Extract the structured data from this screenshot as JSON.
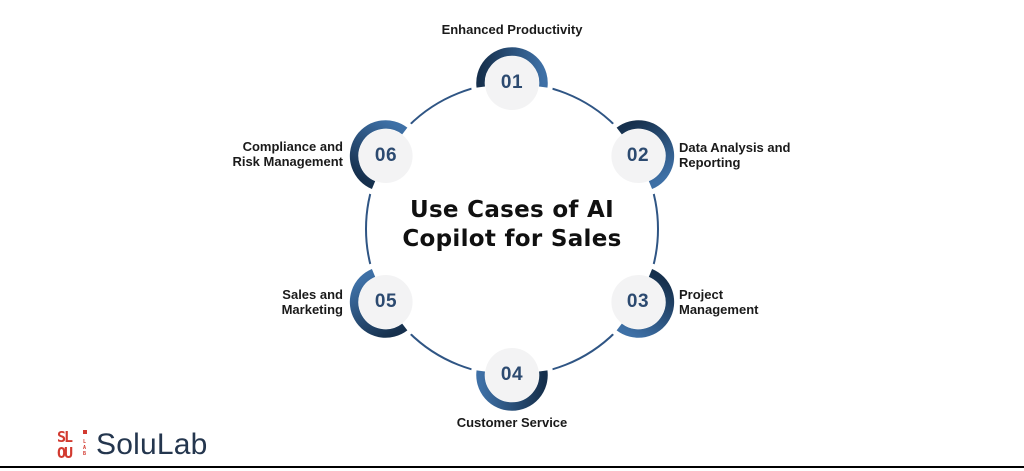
{
  "title": {
    "line1": "Use Cases of AI",
    "line2": "Copilot for Sales"
  },
  "nodes": [
    {
      "number": "01",
      "label_lines": [
        "Enhanced Productivity"
      ]
    },
    {
      "number": "02",
      "label_lines": [
        "Data Analysis and",
        "Reporting"
      ]
    },
    {
      "number": "03",
      "label_lines": [
        "Project",
        "Management"
      ]
    },
    {
      "number": "04",
      "label_lines": [
        "Customer Service"
      ]
    },
    {
      "number": "05",
      "label_lines": [
        "Sales and",
        "Marketing"
      ]
    },
    {
      "number": "06",
      "label_lines": [
        "Compliance and",
        "Risk Management"
      ]
    }
  ],
  "logo": {
    "text": "SoluLab",
    "mark_top": "SL",
    "mark_bottom": "OU",
    "mark_side_letters": [
      "L",
      "A",
      "B"
    ]
  },
  "colors": {
    "arc_dark": "#16304d",
    "arc_light": "#3e70a6",
    "ring": "#2f5584",
    "disc_fill": "#f3f3f4",
    "number": "#2c4a70",
    "label": "#1a1a1a",
    "title": "#101010",
    "logo_red": "#d23a30",
    "logo_navy": "#24364e",
    "bottom_rule": "#000000"
  }
}
